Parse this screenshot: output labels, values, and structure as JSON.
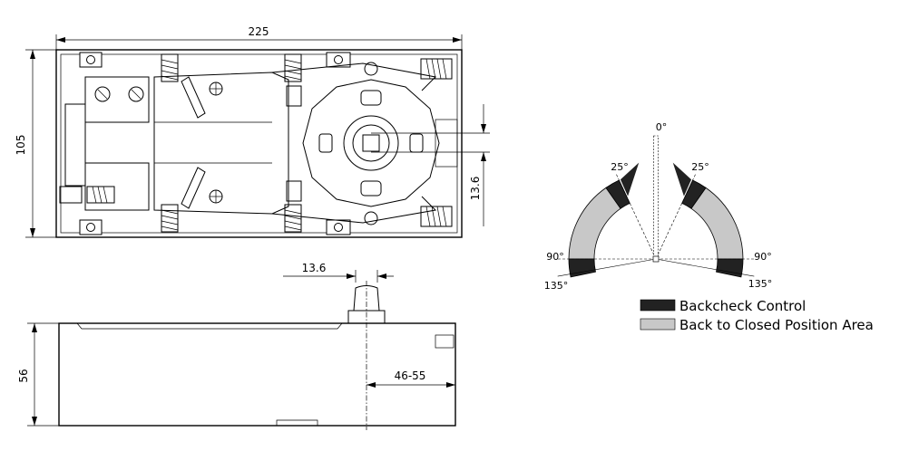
{
  "dimensions": {
    "top_width": "225",
    "top_height": "105",
    "spindle_offset_top": "13.6",
    "spindle_width_side": "13.6",
    "side_height": "56",
    "side_offset": "46-55"
  },
  "angles": {
    "zero": "0°",
    "left_25": "25°",
    "right_25": "25°",
    "left_90": "90°",
    "right_90": "90°",
    "left_135": "135°",
    "right_135": "135°"
  },
  "legend": [
    {
      "label": "Backcheck Control",
      "color": "#222222"
    },
    {
      "label": "Back to Closed Position Area",
      "color": "#c8c8c8"
    }
  ],
  "colors": {
    "backcheck": "#222222",
    "closed_area": "#c8c8c8",
    "body_fill": "#f4f4f4"
  }
}
